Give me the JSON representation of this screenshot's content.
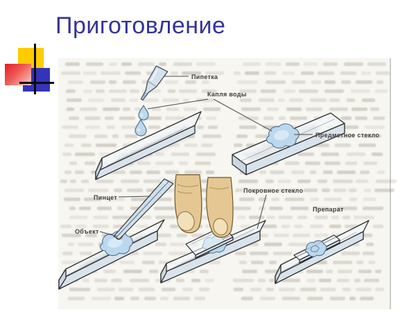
{
  "slide": {
    "title": "Приготовление",
    "title_color": "#333399",
    "background": "#ffffff"
  },
  "decoration": {
    "squares": [
      {
        "name": "yellow",
        "color": "#FFCC00"
      },
      {
        "name": "red",
        "color": "#E31E24"
      },
      {
        "name": "blue",
        "color": "#3434BB"
      }
    ],
    "line_color": "#0B0B0B"
  },
  "diagram": {
    "type": "textbook-illustration",
    "subject": "preparing a wet-mount microscope slide",
    "labels": {
      "pipette": "Пипетка",
      "water_drop": "Капля воды",
      "slide_glass": "Предметное стекло",
      "tweezers": "Пинцет",
      "object": "Объект",
      "cover_glass": "Покровное стекло",
      "preparation": "Препарат"
    },
    "colors": {
      "scan_background": "#F7F6F1",
      "glass": "#F2F7FA",
      "glass_edge": "#D8E3EC",
      "water": "#BCD8EE",
      "skin": "#E5C794",
      "outline": "#2B2B2B",
      "label_text": "#3F3C38"
    }
  }
}
